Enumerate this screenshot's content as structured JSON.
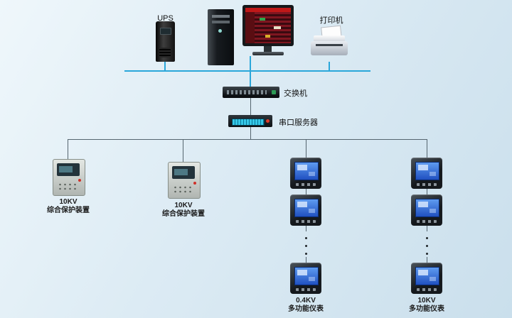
{
  "nodes": {
    "ups": {
      "label": "UPS"
    },
    "printer": {
      "label": "打印机"
    },
    "switch": {
      "label": "交换机"
    },
    "serial_server": {
      "label": "串口服务器"
    },
    "protection_a": {
      "voltage": "10KV",
      "name": "综合保护装置"
    },
    "protection_b": {
      "voltage": "10KV",
      "name": "综合保护装置"
    },
    "meter_column_a": {
      "voltage": "0.4KV",
      "name": "多功能仪表"
    },
    "meter_column_b": {
      "voltage": "10KV",
      "name": "多功能仪表"
    }
  },
  "colors": {
    "trunk_line": "#2aa7da",
    "bus_line": "#55656f",
    "meter_screen": "#2050c0"
  }
}
